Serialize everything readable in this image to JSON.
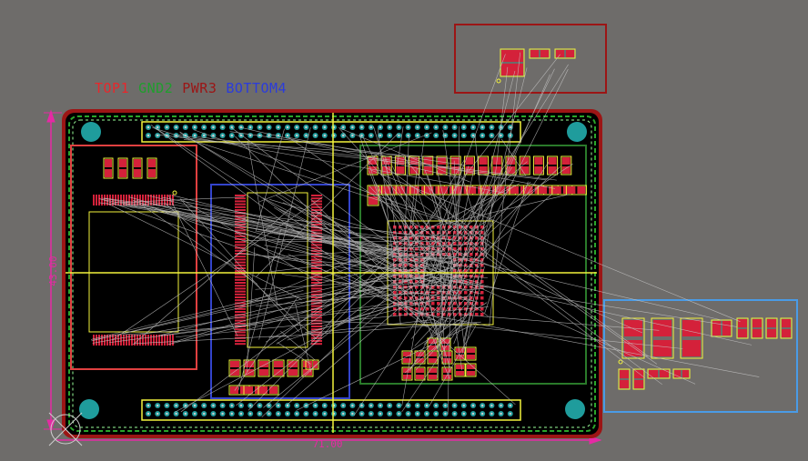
{
  "layers": [
    {
      "label": "TOP1",
      "color": "#e8272b"
    },
    {
      "label": "GND2",
      "color": "#1f9e2d"
    },
    {
      "label": "PWR3",
      "color": "#9c1515"
    },
    {
      "label": "BOTTOM4",
      "color": "#2b3cdb"
    }
  ],
  "dimensions": {
    "height_label": "43.00",
    "width_label": "71.00"
  },
  "colors": {
    "background": "#6e6c6a",
    "board": "#000000",
    "outline": "#e52aa4",
    "keepout": "#9c1515",
    "pad": "#d4213a",
    "silkscreen": "#f2f23c",
    "ratsnest": "#c8c8c8",
    "via": "#1f9c9c",
    "room_red": "#e04040",
    "room_blue": "#3344cc",
    "room_green": "#2a7a2a",
    "room_lightblue": "#4a9be6"
  }
}
